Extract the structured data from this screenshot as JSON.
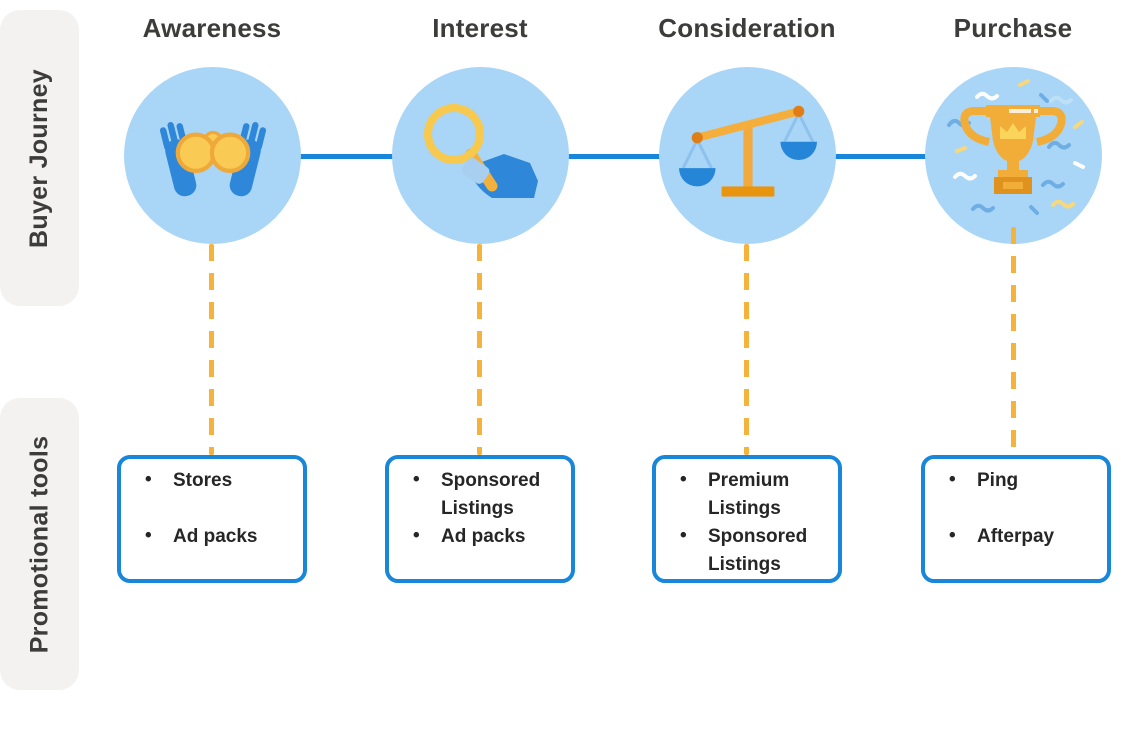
{
  "bands": {
    "journey": {
      "label": "Buyer Journey"
    },
    "tools": {
      "label": "Promotional tools"
    }
  },
  "stages": [
    {
      "title": "Awareness",
      "icon": "binoculars-icon",
      "tools": [
        "Stores",
        "Ad packs"
      ]
    },
    {
      "title": "Interest",
      "icon": "magnifier-icon",
      "tools": [
        "Sponsored Listings",
        "Ad packs"
      ]
    },
    {
      "title": "Consideration",
      "icon": "scales-icon",
      "tools": [
        "Premium Listings",
        "Sponsored Listings"
      ]
    },
    {
      "title": "Purchase",
      "icon": "trophy-icon",
      "tools": [
        "Ping",
        "Afterpay"
      ]
    }
  ],
  "colors": {
    "circle_fill": "#A9D5F6",
    "connector_blue": "#1886D9",
    "dash_yellow": "#F5B33C",
    "box_border": "#1886D9",
    "heading_text": "#3C3C3B",
    "band_background": "#F3F2F0",
    "icon_blue": "#2E87D8",
    "icon_gold": "#F7B236"
  }
}
